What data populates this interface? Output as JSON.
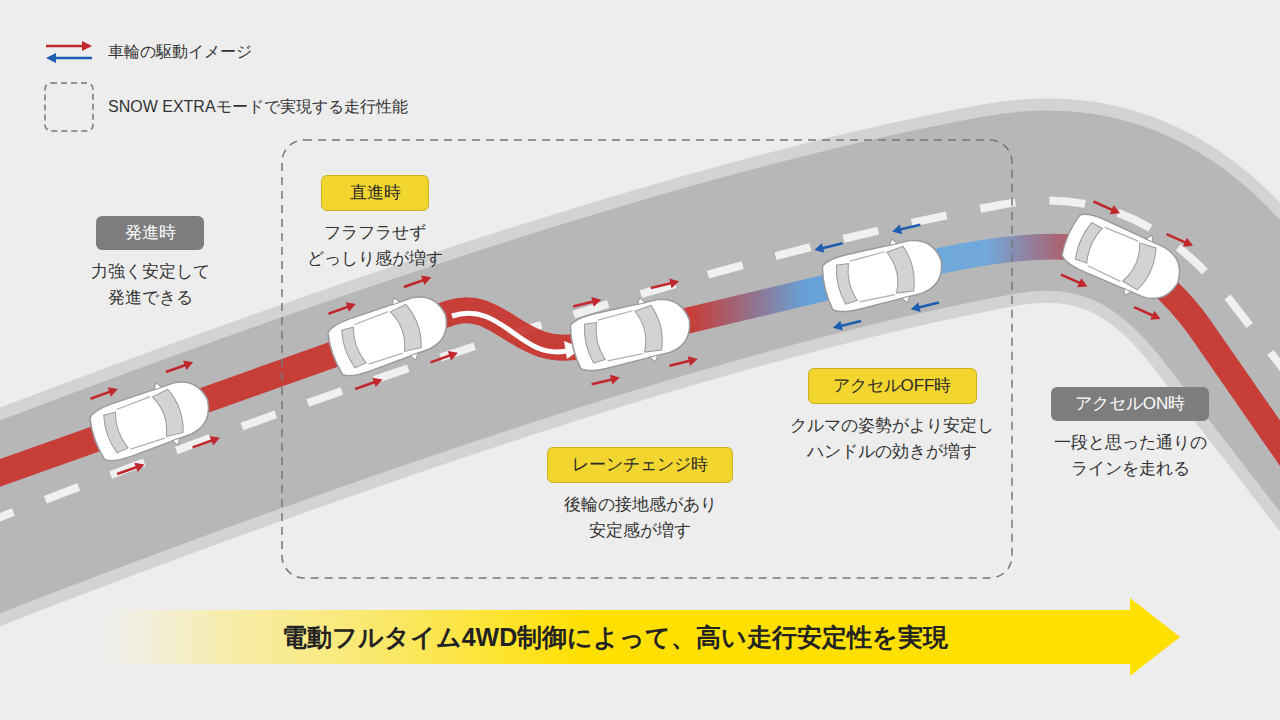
{
  "diagram": {
    "nodes": [
      {
        "text": [
          "発進時",
          "力強く安定して 発進できる"
        ]
      },
      {
        "text": [
          "直進時",
          "フラフラせず どっしり感が増す"
        ]
      },
      {
        "text": [
          "レーンチェンジ時",
          "後輪の接地感があり 安定感が増す"
        ]
      },
      {
        "text": [
          "アクセルOFF時",
          "クルマの姿勢がより安定し ハンドルの効きが増す"
        ]
      },
      {
        "text": [
          "アクセルON時",
          "一段と思った通りの ラインを走れる"
        ]
      },
      {
        "text": [
          "電動フルタイム4WD制御によって、高い走行安定性を実現"
        ]
      }
    ],
    "legend": [
      {
        "text": "車輪の駆動イメージ"
      },
      {
        "text": "SNOW EXTRAモードで実現する走行性能"
      }
    ]
  }
}
